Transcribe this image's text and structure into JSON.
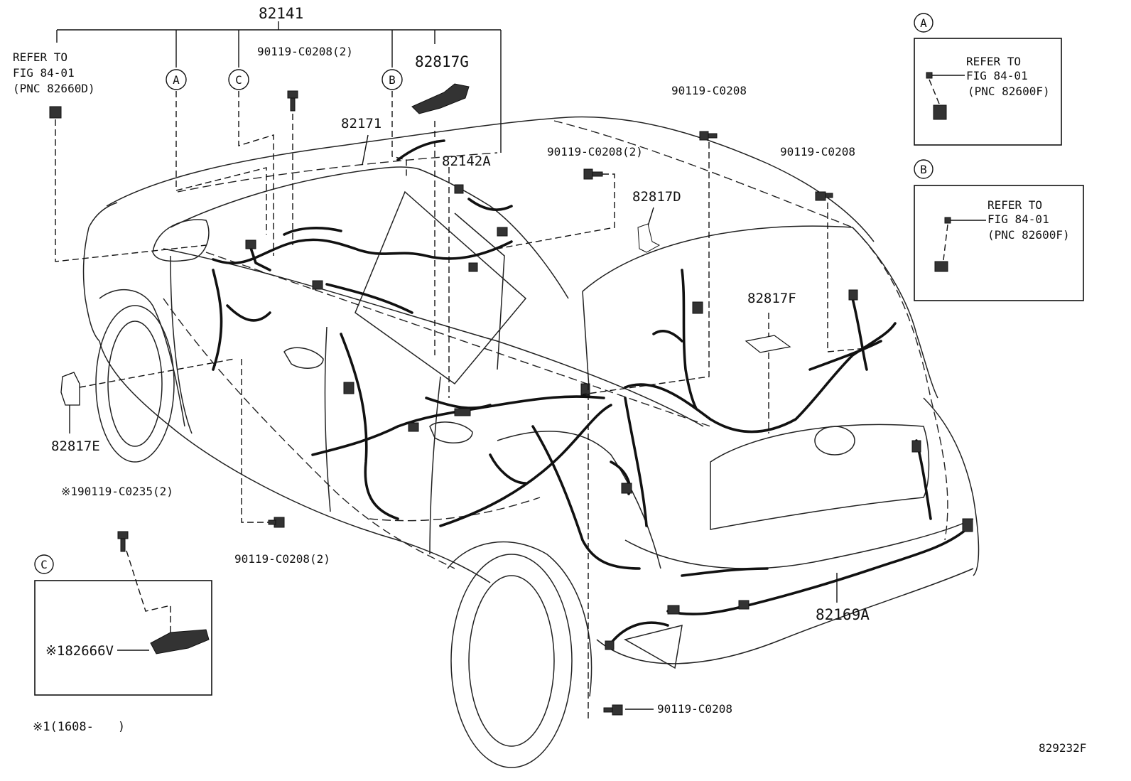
{
  "labels": {
    "p82141": "82141",
    "refer_main_1": "REFER TO",
    "refer_main_2": "FIG 84-01",
    "refer_main_3": "(PNC 82660D)",
    "bolt_top": "90119-C0208(2)",
    "p82817G": "82817G",
    "p82171": "82171",
    "p82142A": "82142A",
    "bolt_mid_2": "90119-C0208(2)",
    "bolt_roof": "90119-C0208",
    "bolt_rear": "90119-C0208",
    "p82817D": "82817D",
    "p82817F": "82817F",
    "p82817E": "82817E",
    "bolt_c_ref": "※190119-C0235(2)",
    "bolt_floor": "90119-C0208(2)",
    "p82169A": "82169A",
    "bolt_bottom": "90119-C0208",
    "p82666V": "※182666V",
    "footnote": "※1(1608-　　)",
    "diagram_id": "829232F"
  },
  "callouts": {
    "A": "A",
    "B": "B",
    "C": "C"
  },
  "inset_a": {
    "letter": "A",
    "line1": "REFER TO",
    "line2": "FIG 84-01",
    "line3": "(PNC 82600F)"
  },
  "inset_b": {
    "letter": "B",
    "line1": "REFER TO",
    "line2": "FIG 84-01",
    "line3": "(PNC 82600F)"
  },
  "inset_c": {
    "letter": "C"
  }
}
